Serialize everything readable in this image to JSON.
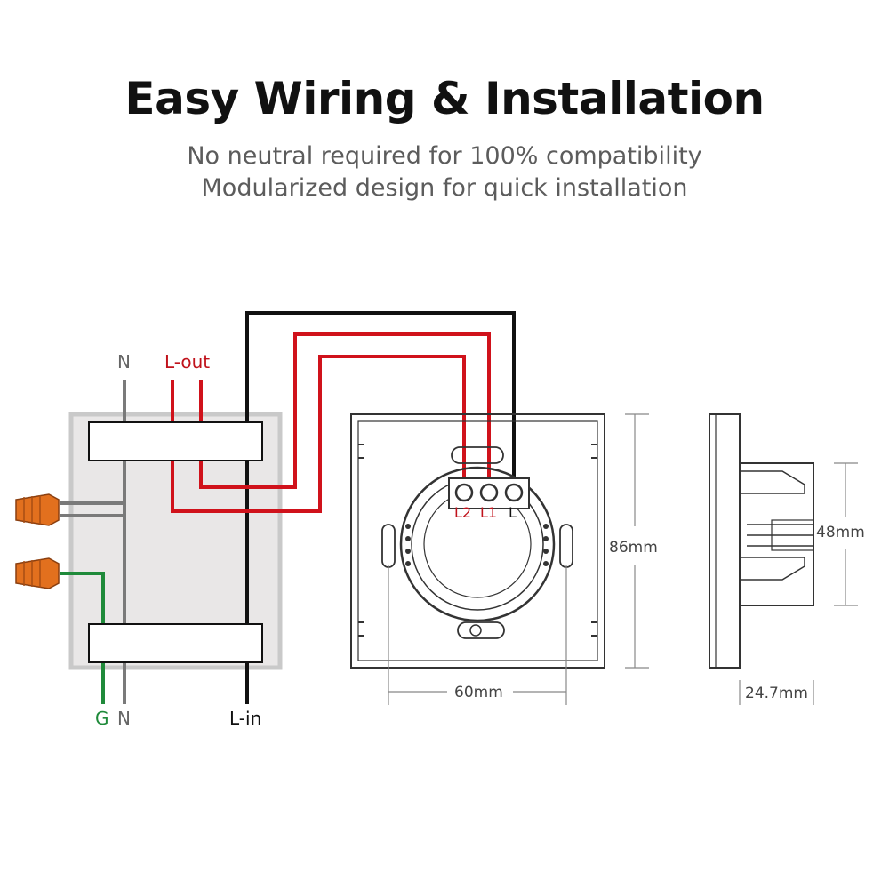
{
  "header": {
    "title": "Easy Wiring & Installation",
    "subtitle_line1": "No neutral required for 100% compatibility",
    "subtitle_line2": "Modularized design for quick installation"
  },
  "wiring": {
    "label_n_top": "N",
    "label_l_out": "L-out",
    "label_g": "G",
    "label_n_bottom": "N",
    "label_l_in": "L-in"
  },
  "terminals": {
    "l2": "L2",
    "l1": "L1",
    "l": "L"
  },
  "dimensions": {
    "height": "86mm",
    "width": "60mm",
    "module_height": "48mm",
    "depth": "24.7mm"
  },
  "colors": {
    "live": "#d0121b",
    "line_in": "#111111",
    "ground": "#1f8a3a",
    "neutral": "#7a7a7a",
    "connector": "#e2701e",
    "box_fill": "#e8e6e6",
    "box_border": "#c8c8c8"
  }
}
